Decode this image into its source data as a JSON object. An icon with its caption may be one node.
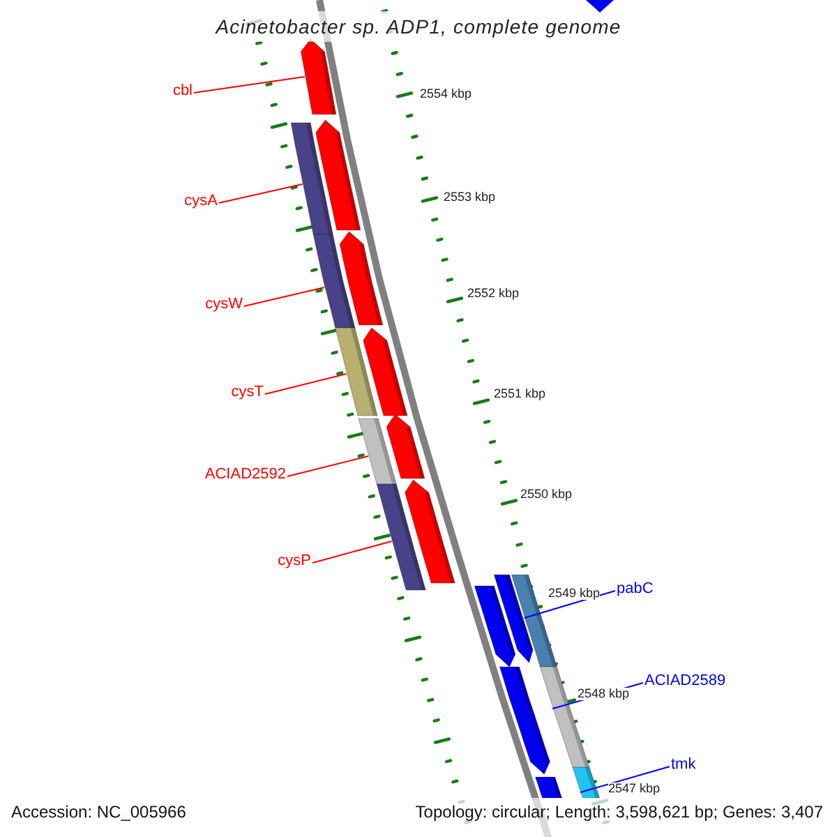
{
  "diagram": {
    "title": "Acinetobacter sp. ADP1, complete genome",
    "nodes": [
      {
        "text": [
          "cbl"
        ]
      },
      {
        "text": [
          "cysA"
        ]
      },
      {
        "text": [
          "cysW"
        ]
      },
      {
        "text": [
          "cysT"
        ]
      },
      {
        "text": [
          "ACIAD2592"
        ]
      },
      {
        "text": [
          "cysP"
        ]
      },
      {
        "text": [
          "pabC"
        ]
      },
      {
        "text": [
          "ACIAD2589"
        ]
      },
      {
        "text": [
          "tmk"
        ]
      },
      {
        "text": [],
        "shape": "arrow"
      },
      {
        "text": [],
        "shape": "bar"
      },
      {
        "text": [],
        "shape": "bar"
      },
      {
        "text": [],
        "shape": "bar"
      },
      {
        "text": [],
        "shape": "bar"
      },
      {
        "text": [],
        "shape": "bar"
      },
      {
        "text": [],
        "shape": "bar"
      },
      {
        "text": [],
        "shape": "bar"
      },
      {
        "text": [],
        "shape": "bar"
      }
    ],
    "edges": [
      {
        "from": 0,
        "to": 9,
        "arrow": "none"
      },
      {
        "from": 1,
        "to": 10,
        "arrow": "none"
      },
      {
        "from": 2,
        "to": 11,
        "arrow": "none"
      },
      {
        "from": 3,
        "to": 12,
        "arrow": "none"
      },
      {
        "from": 4,
        "to": 13,
        "arrow": "none"
      },
      {
        "from": 5,
        "to": 14,
        "arrow": "none"
      },
      {
        "from": 6,
        "to": 15,
        "arrow": "none",
        "color": "#0000ff"
      },
      {
        "from": 7,
        "to": 16,
        "arrow": "none",
        "color": "#0000ff"
      },
      {
        "from": 8,
        "to": 17,
        "arrow": "none",
        "color": "#0000ff"
      }
    ],
    "labels": [
      "2554 kbp",
      "2553 kbp",
      "2552 kbp",
      "2551 kbp",
      "2550 kbp",
      "2549 kbp",
      "2548 kbp",
      "2547 kbp",
      "Accession: NC_005966",
      "Topology: circular; Length: 3,598,621 bp; Genes: 3,407"
    ]
  }
}
